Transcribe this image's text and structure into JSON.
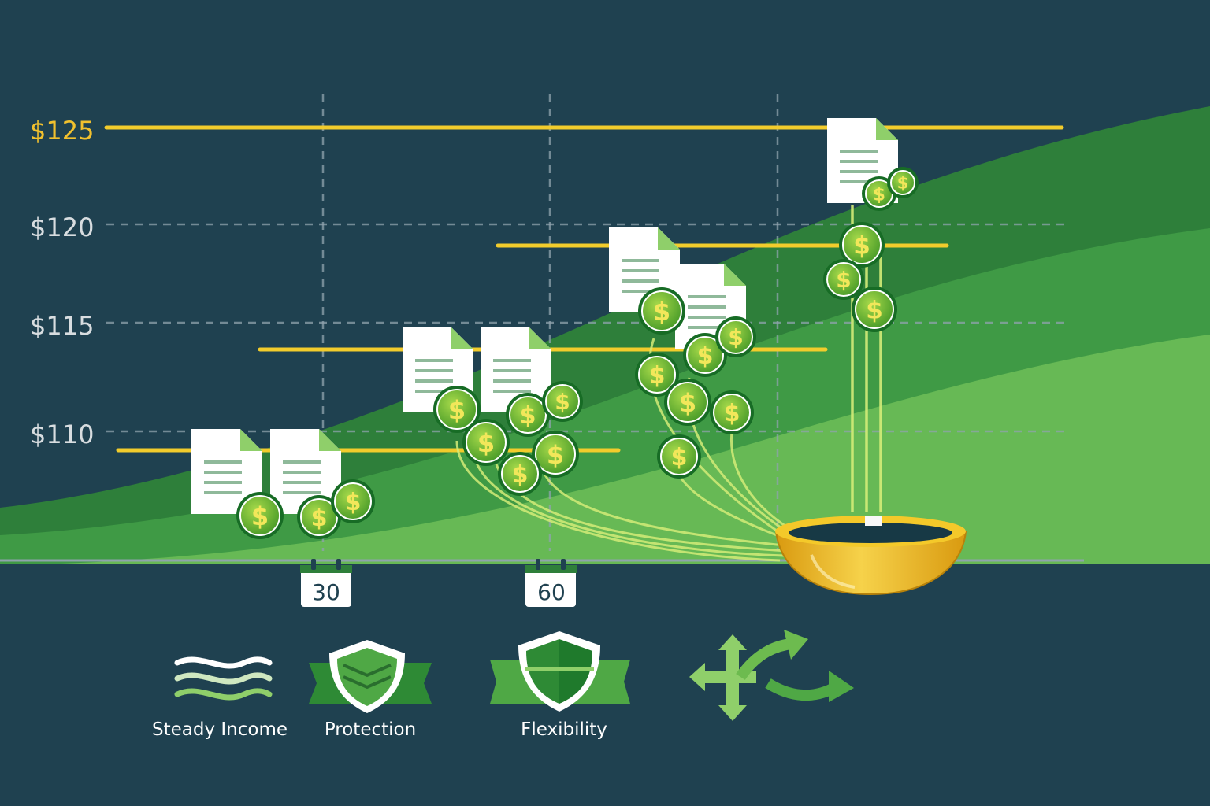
{
  "diagram": {
    "y_axis": [
      {
        "label": "$125",
        "highlight": true
      },
      {
        "label": "$120",
        "highlight": false
      },
      {
        "label": "$115",
        "highlight": false
      },
      {
        "label": "$110",
        "highlight": false
      }
    ],
    "x_markers": [
      {
        "label": "30"
      },
      {
        "label": "60"
      }
    ],
    "features": [
      {
        "label": "Steady Income",
        "icon": "wave-icon"
      },
      {
        "label": "Protection",
        "icon": "shield-icon"
      },
      {
        "label": "Flexibility",
        "icon": "split-shield-icon"
      },
      {
        "label": "",
        "icon": "direction-arrows-icon"
      }
    ],
    "coin_symbol": "$",
    "colors": {
      "background": "#1f4150",
      "band_dark": "#2e7f3a",
      "band_mid": "#3f9a45",
      "band_light": "#67b955",
      "rung_gold": "#f2cc2c",
      "coin_green": "#1f7a2c",
      "axis_text": "#d8dde0",
      "highlight_text": "#f2c12e"
    }
  }
}
